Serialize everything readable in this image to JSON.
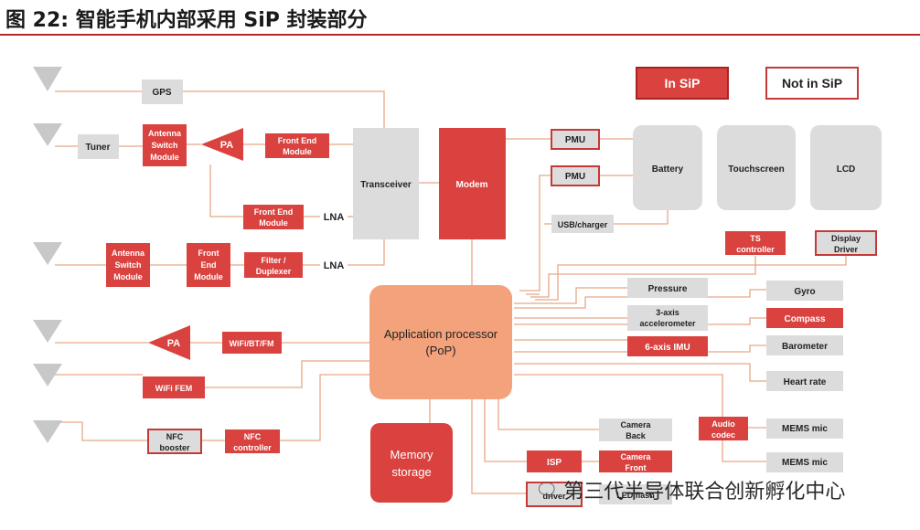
{
  "title": "图 22:   智能手机内部采用 SiP 封装部分",
  "legend": {
    "in_sip": "In SiP",
    "not_in_sip": "Not in SiP"
  },
  "colors": {
    "red": "#d9423e",
    "grey": "#dcdcdc",
    "ap": "#f3a27c",
    "line": "#e8a787",
    "antenna": "#c8c8c8"
  },
  "nodes": {
    "gps": "GPS",
    "tuner": "Tuner",
    "antenna_switch_1": [
      "Antenna",
      "Switch",
      "Module"
    ],
    "pa_1": "PA",
    "front_end_1": [
      "Front End",
      "Module"
    ],
    "front_end_2": [
      "Front End",
      "Module"
    ],
    "lna_1": "LNA",
    "antenna_switch_2": [
      "Antenna",
      "Switch",
      "Module"
    ],
    "front_end_3": [
      "Front",
      "End",
      "Module"
    ],
    "filter_duplexer": [
      "Filter /",
      "Duplexer"
    ],
    "lna_2": "LNA",
    "transceiver": "Transceiver",
    "modem": "Modem",
    "pmu_1": "PMU",
    "pmu_2": "PMU",
    "battery": "Battery",
    "touchscreen": "Touchscreen",
    "lcd": "LCD",
    "usb_charger": "USB/charger",
    "ts_controller": [
      "TS",
      "controller"
    ],
    "display_driver": [
      "Display",
      "Driver"
    ],
    "pressure": "Pressure",
    "gyro": "Gyro",
    "accelerometer": [
      "3-axis",
      "accelerometer"
    ],
    "compass": "Compass",
    "imu": "6-axis IMU",
    "barometer": "Barometer",
    "heart_rate": "Heart rate",
    "app_processor": [
      "Application processor",
      "(PoP)"
    ],
    "pa_2": "PA",
    "wifi_bt_fm": "WiFi/BT/FM",
    "wifi_fem": "WiFi FEM",
    "nfc_booster": [
      "NFC",
      "booster"
    ],
    "nfc_controller": [
      "NFC",
      "controller"
    ],
    "memory": [
      "Memory",
      "storage"
    ],
    "camera_back": [
      "Camera",
      "Back"
    ],
    "audio_codec": [
      "Audio",
      "codec"
    ],
    "mems_mic_1": "MEMS mic",
    "mems_mic_2": "MEMS mic",
    "isp": "ISP",
    "camera_front": [
      "Camera",
      "Front"
    ],
    "led_driver": "driver",
    "led_flash": "LED flash"
  },
  "watermark": "第三代半导体联合创新孵化中心"
}
